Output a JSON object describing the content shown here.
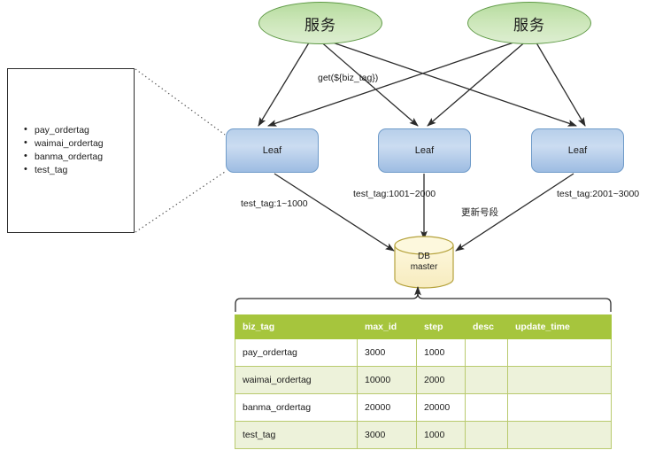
{
  "diagram": {
    "callout": {
      "name": "biz-tag-list",
      "items": [
        "pay_ordertag",
        "waimai_ordertag",
        "banma_ordertag",
        "test_tag"
      ]
    },
    "services": [
      {
        "label": "服务"
      },
      {
        "label": "服务"
      }
    ],
    "leaf_nodes": [
      {
        "label": "Leaf"
      },
      {
        "label": "Leaf"
      },
      {
        "label": "Leaf"
      }
    ],
    "database": {
      "line1": "DB",
      "line2": "master"
    },
    "edge_labels": {
      "get_request": "get(${biz_tag})",
      "range_leaf_1": "test_tag:1~1000",
      "range_leaf_2": "test_tag:1001~2000",
      "range_leaf_3": "test_tag:2001~3000",
      "update_segment": "更新号段"
    },
    "colors": {
      "service_fill": "#cfe8bd",
      "service_stroke": "#5f9a46",
      "leaf_fill": "#b7cfea",
      "leaf_stroke": "#6f9bc9",
      "db_fill": "#faf0c8",
      "db_stroke": "#b5a23c",
      "table_header": "#a6c53d",
      "table_row_alt": "#edf2da",
      "arrow": "#2b2b2b"
    }
  },
  "table": {
    "columns": [
      "biz_tag",
      "max_id",
      "step",
      "desc",
      "update_time"
    ],
    "rows": [
      {
        "biz_tag": "pay_ordertag",
        "max_id": "3000",
        "step": "1000",
        "desc": "",
        "update_time": ""
      },
      {
        "biz_tag": "waimai_ordertag",
        "max_id": "10000",
        "step": "2000",
        "desc": "",
        "update_time": ""
      },
      {
        "biz_tag": "banma_ordertag",
        "max_id": "20000",
        "step": "20000",
        "desc": "",
        "update_time": ""
      },
      {
        "biz_tag": "test_tag",
        "max_id": "3000",
        "step": "1000",
        "desc": "",
        "update_time": ""
      }
    ]
  }
}
